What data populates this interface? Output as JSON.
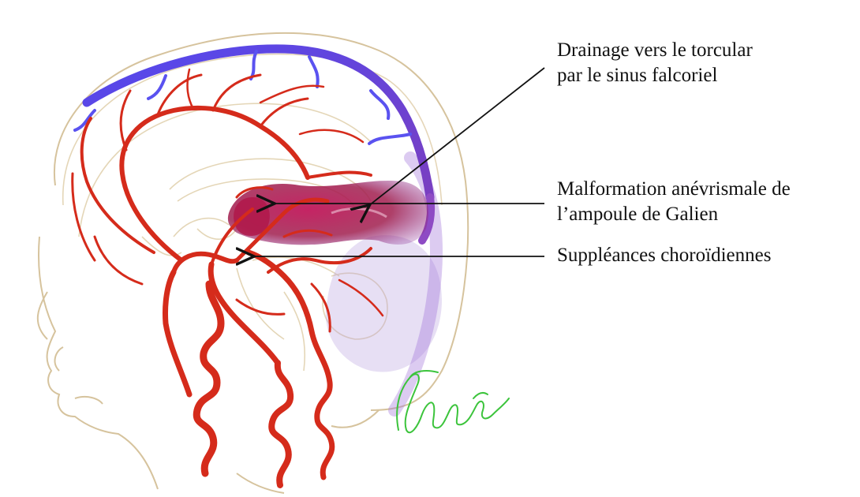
{
  "annotations": {
    "drainage": {
      "line1": "Drainage vers le torcular",
      "line2": "par le sinus falcoriel"
    },
    "malformation": {
      "line1": "Malformation anévrismale de",
      "line2": "l’ampoule de Galien"
    },
    "suppleances": {
      "line1": "Suppléances choroïdiennes"
    }
  },
  "colors": {
    "artery": "#d42a1c",
    "vein": "#4d46e8",
    "malformation": "#9c1f5a",
    "outline": "#d9c7a3",
    "signature": "#2fbf2f"
  },
  "signature_text": "signature"
}
